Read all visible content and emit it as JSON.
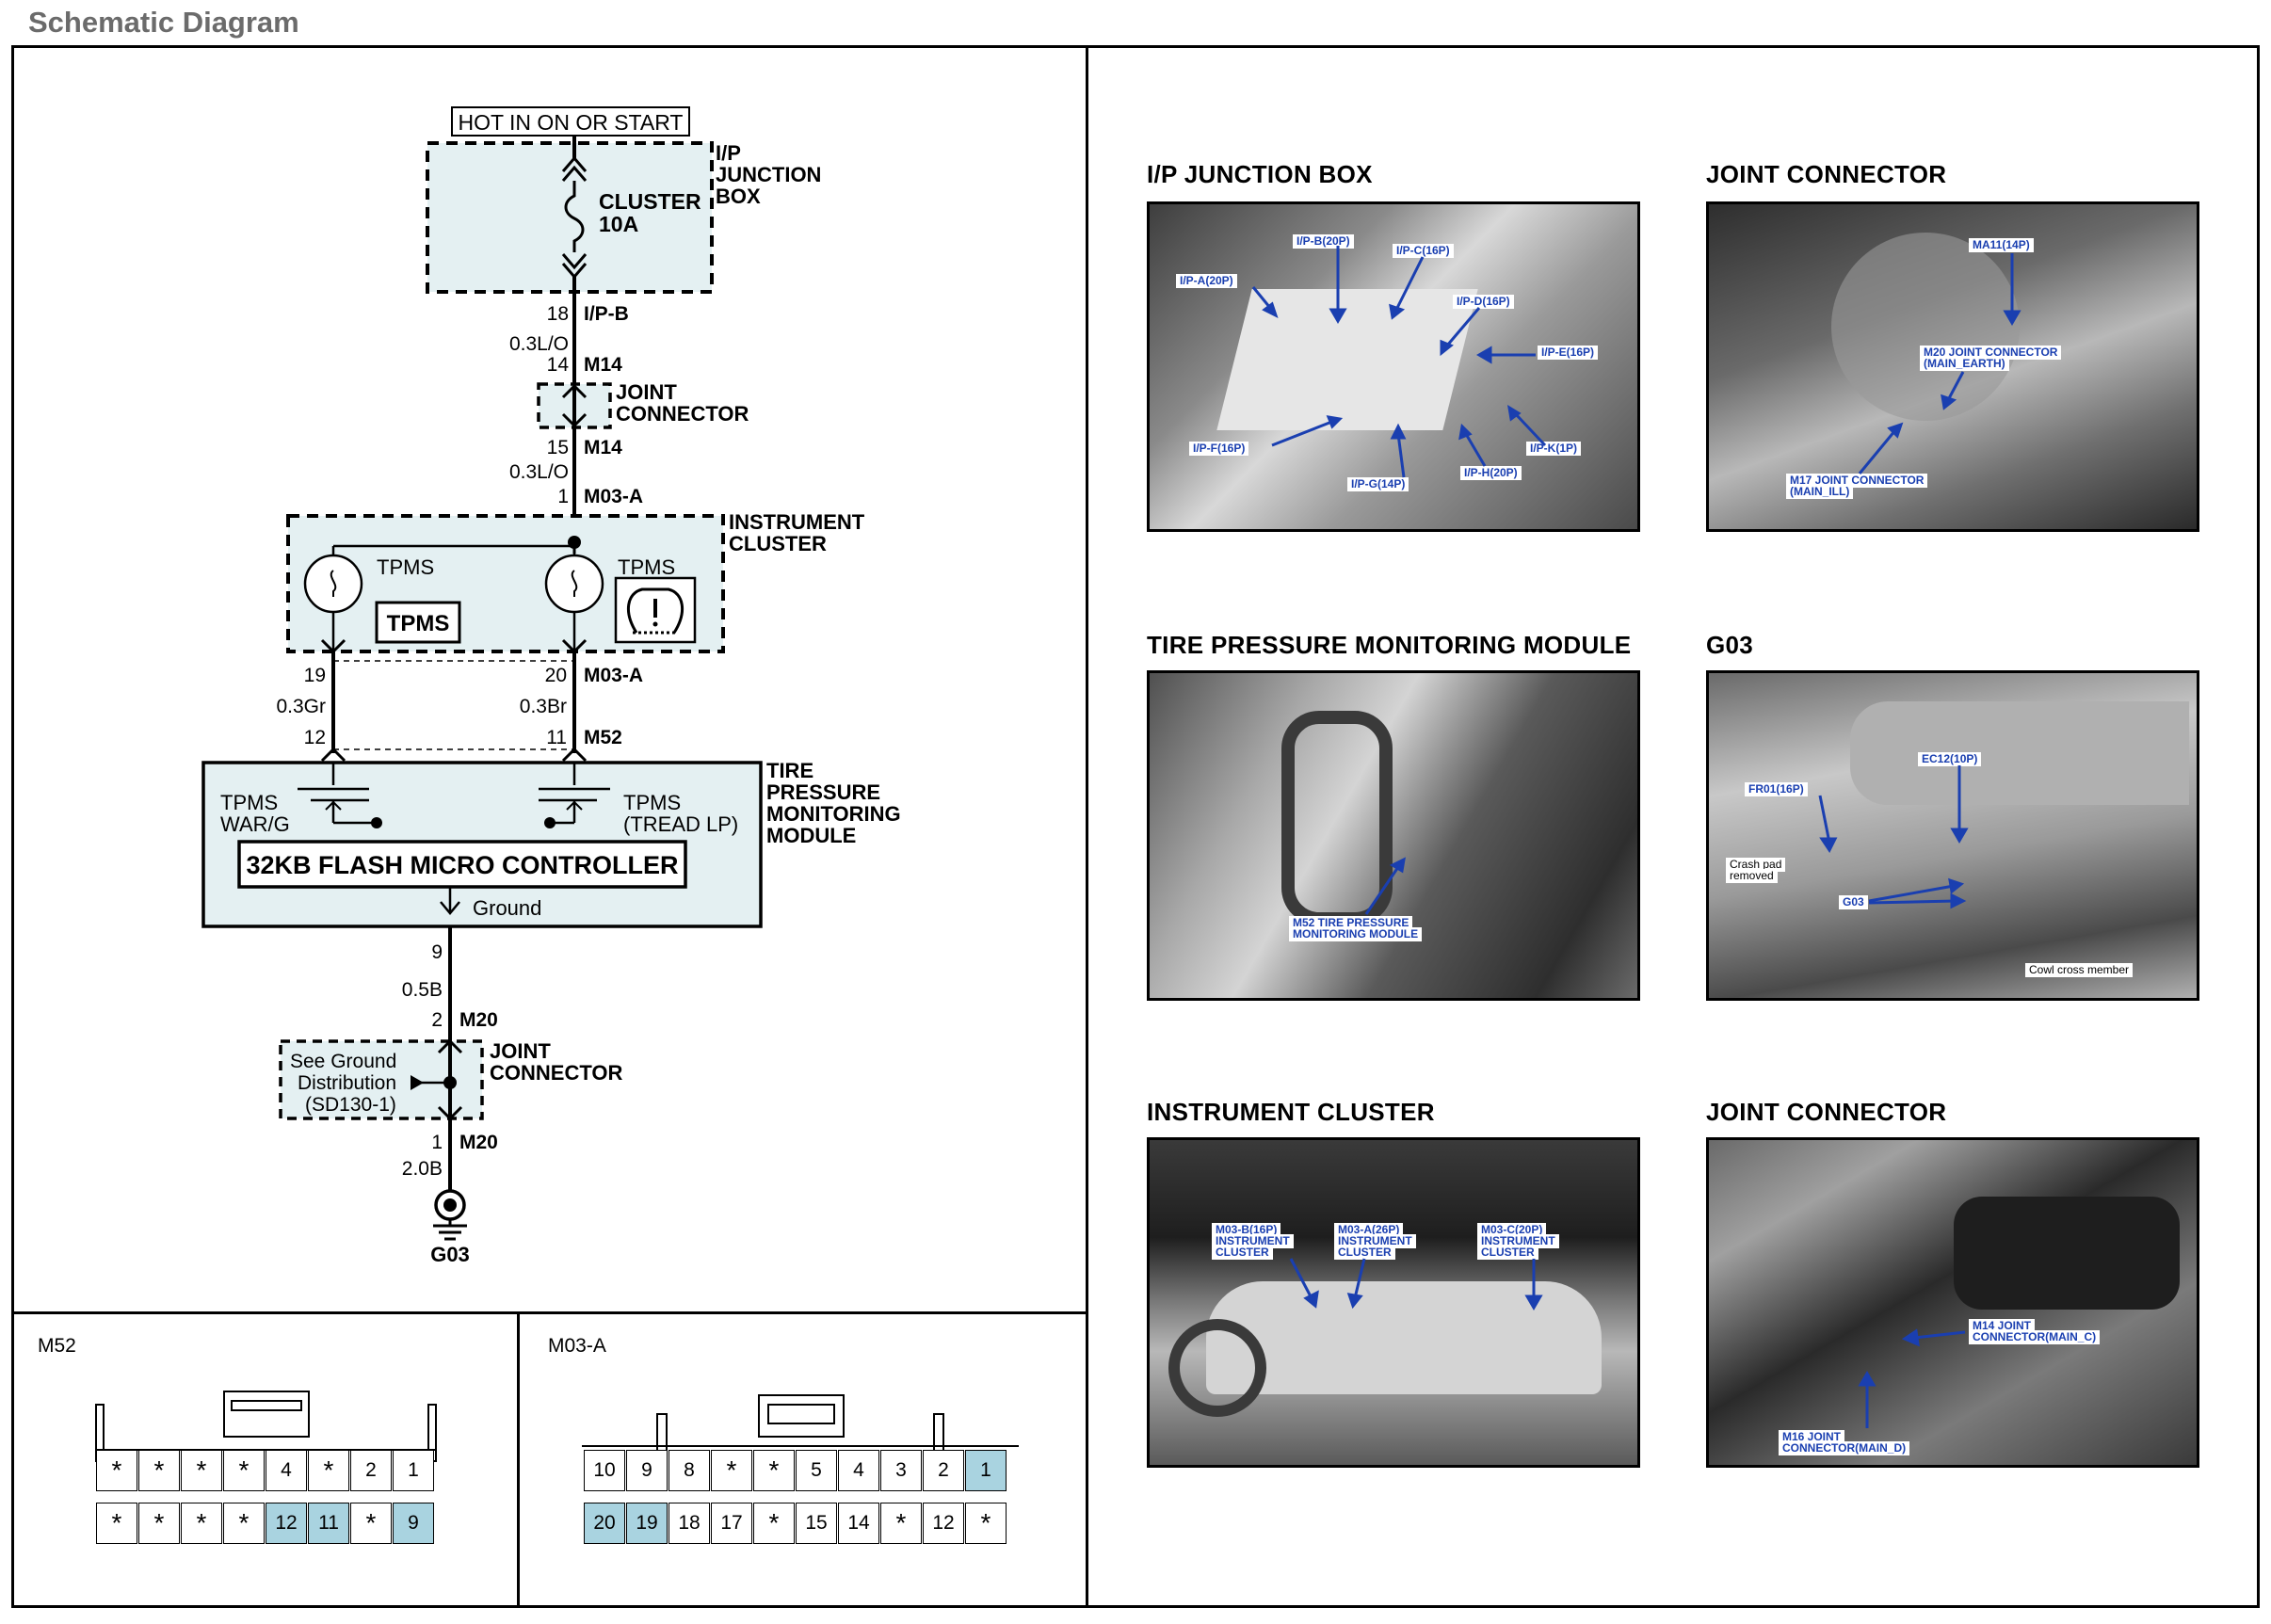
{
  "header": {
    "title": "Schematic Diagram"
  },
  "schematic": {
    "power_label": "HOT IN ON OR START",
    "jbox_label_1": "I/P",
    "jbox_label_2": "JUNCTION",
    "jbox_label_3": "BOX",
    "fuse_name": "CLUSTER",
    "fuse_rating": "10A",
    "w1_pin": "18",
    "w1_conn": "I/P-B",
    "w1_wire": "0.3L/O",
    "w2_pin": "14",
    "w2_conn": "M14",
    "joint1_label_1": "JOINT",
    "joint1_label_2": "CONNECTOR",
    "w3_pin": "15",
    "w3_conn": "M14",
    "w3_wire": "0.3L/O",
    "w4_pin": "1",
    "w4_conn": "M03-A",
    "cluster_label_1": "INSTRUMENT",
    "cluster_label_2": "CLUSTER",
    "lamp1_label": "TPMS",
    "lamp2_label": "TPMS",
    "tpms_box_text": "TPMS",
    "w5_left_pin": "19",
    "w5_right_pin": "20",
    "w5_conn": "M03-A",
    "w5_left_wire": "0.3Gr",
    "w5_right_wire": "0.3Br",
    "w6_left_pin": "12",
    "w6_right_pin": "11",
    "w6_conn": "M52",
    "tpms_module_1": "TIRE",
    "tpms_module_2": "PRESSURE",
    "tpms_module_3": "MONITORING",
    "tpms_module_4": "MODULE",
    "sw_left_1": "TPMS",
    "sw_left_2": "WAR/G",
    "sw_right_1": "TPMS",
    "sw_right_2": "(TREAD LP)",
    "controller": "32KB FLASH MICRO CONTROLLER",
    "ground_text": "Ground",
    "w7_pin": "9",
    "w7_wire": "0.5B",
    "w8_pin": "2",
    "w8_conn": "M20",
    "gd_1": "See Ground",
    "gd_2": "Distribution",
    "gd_3": "(SD130-1)",
    "joint2_label_1": "JOINT",
    "joint2_label_2": "CONNECTOR",
    "w9_pin": "1",
    "w9_conn": "M20",
    "w9_wire": "2.0B",
    "ground_name": "G03"
  },
  "connectors": {
    "m52": {
      "label": "M52",
      "top_row": [
        "*",
        "*",
        "*",
        "*",
        "4",
        "*",
        "2",
        "1"
      ],
      "bottom_row": [
        "*",
        "*",
        "*",
        "*",
        "12",
        "11",
        "*",
        "9"
      ],
      "highlighted": [
        "12",
        "11",
        "9"
      ]
    },
    "m03a": {
      "label": "M03-A",
      "top_row": [
        "10",
        "9",
        "8",
        "*",
        "*",
        "5",
        "4",
        "3",
        "2",
        "1"
      ],
      "bottom_row": [
        "20",
        "19",
        "18",
        "17",
        "*",
        "15",
        "14",
        "*",
        "12",
        "*"
      ],
      "highlighted": [
        "1",
        "20",
        "19"
      ]
    }
  },
  "photos": [
    {
      "title": "I/P JUNCTION BOX",
      "callouts": [
        "I/P-B(20P)",
        "I/P-C(16P)",
        "I/P-A(20P)",
        "I/P-D(16P)",
        "I/P-E(16P)",
        "I/P-F(16P)",
        "I/P-K(1P)",
        "I/P-G(14P)",
        "I/P-H(20P)"
      ]
    },
    {
      "title": "JOINT CONNECTOR",
      "callouts": [
        "MA11(14P)",
        "M20 JOINT CONNECTOR",
        "(MAIN_EARTH)",
        "M17 JOINT CONNECTOR",
        "(MAIN_ILL)"
      ]
    },
    {
      "title": "TIRE PRESSURE MONITORING MODULE",
      "callouts": [
        "M52 TIRE PRESSURE",
        "MONITORING MODULE"
      ]
    },
    {
      "title": "G03",
      "callouts": [
        "EC12(10P)",
        "FR01(16P)",
        "Crash pad",
        "removed",
        "G03",
        "Cowl cross member"
      ]
    },
    {
      "title": "INSTRUMENT CLUSTER",
      "callouts": [
        "M03-B(16P)",
        "INSTRUMENT",
        "CLUSTER",
        "M03-A(26P)",
        "INSTRUMENT",
        "CLUSTER",
        "M03-C(20P)",
        "INSTRUMENT",
        "CLUSTER"
      ]
    },
    {
      "title": "JOINT CONNECTOR",
      "callouts": [
        "M14 JOINT",
        "CONNECTOR(MAIN_C)",
        "M16 JOINT",
        "CONNECTOR(MAIN_D)"
      ]
    }
  ],
  "colors": {
    "box_fill": "#e4f0f2",
    "pin_highlight": "#a9d3e0",
    "callout_blue": "#1a3fb0"
  }
}
